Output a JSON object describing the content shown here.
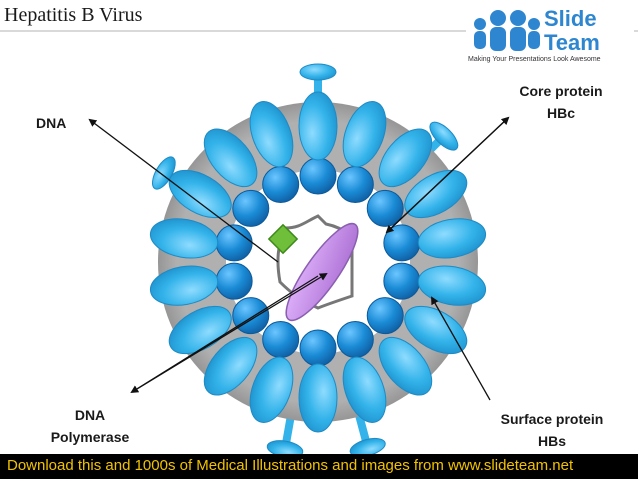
{
  "title": "Hepatitis B Virus",
  "labels": {
    "dna": "DNA",
    "core_line1": "Core protein",
    "core_line2": "HBc",
    "poly_line1": "DNA",
    "poly_line2": "Polymerase",
    "surface_line1": "Surface protein",
    "surface_line2": "HBs"
  },
  "logo": {
    "word1": "Slide",
    "word2": "Team",
    "tagline": "Making Your Presentations Look Awesome"
  },
  "footer": {
    "text": "Download this and 1000s of Medical Illustrations and images from www.slideteam.net"
  },
  "colors": {
    "outer_petal": "#33b3ea",
    "inner_ball": "#1a8bd6",
    "shell": "#999999",
    "polymerase": "#c890e8",
    "dna_marker": "#6fbf3a",
    "footer_text": "#f2c200"
  }
}
